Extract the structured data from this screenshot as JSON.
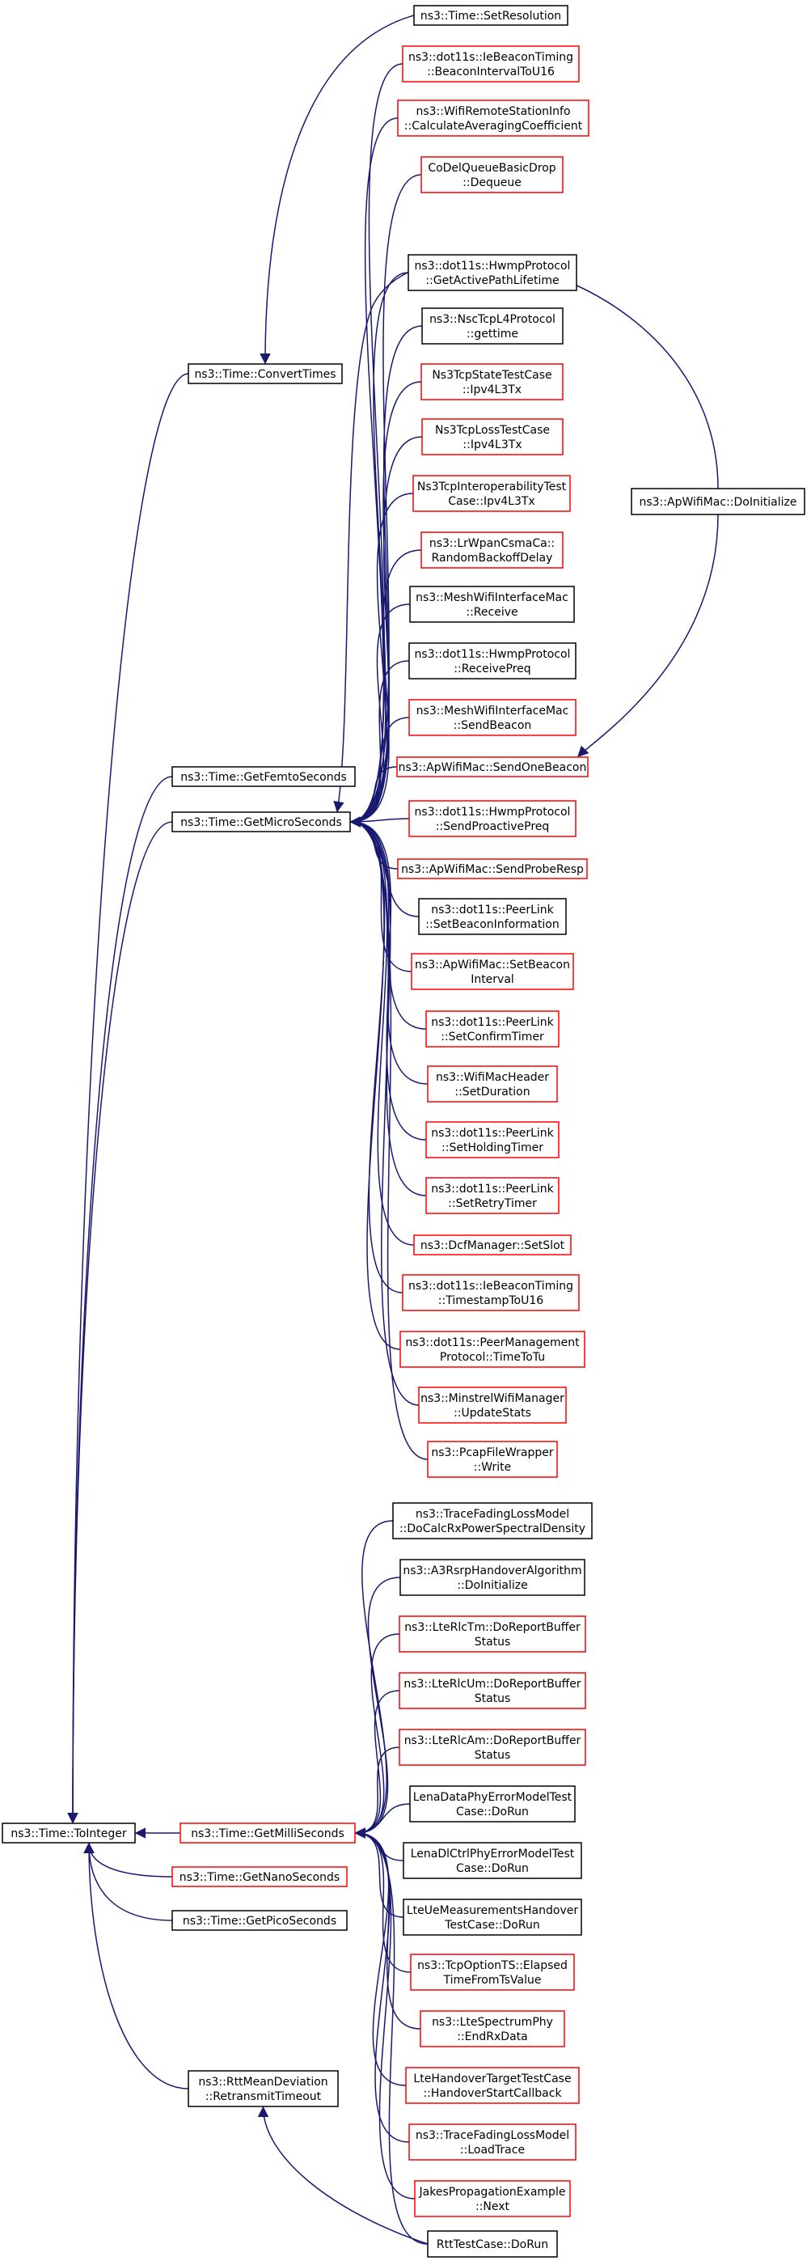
{
  "colors": {
    "edge": "#191970",
    "documented_border": "#000000",
    "undocumented_border": "#ff0000",
    "root_fill": "#bfbfbf",
    "node_fill": "#ffffff"
  },
  "graph": {
    "root": "toint",
    "nodes": [
      {
        "id": "toint",
        "lines": [
          "ns3::Time::ToInteger"
        ],
        "border": "black",
        "root": true
      },
      {
        "id": "convert",
        "lines": [
          "ns3::Time::ConvertTimes"
        ],
        "border": "black"
      },
      {
        "id": "femto",
        "lines": [
          "ns3::Time::GetFemtoSeconds"
        ],
        "border": "black"
      },
      {
        "id": "micro",
        "lines": [
          "ns3::Time::GetMicroSeconds"
        ],
        "border": "black"
      },
      {
        "id": "milli",
        "lines": [
          "ns3::Time::GetMilliSeconds"
        ],
        "border": "red"
      },
      {
        "id": "nano",
        "lines": [
          "ns3::Time::GetNanoSeconds"
        ],
        "border": "red"
      },
      {
        "id": "pico",
        "lines": [
          "ns3::Time::GetPicoSeconds"
        ],
        "border": "black"
      },
      {
        "id": "rttdev",
        "lines": [
          "ns3::RttMeanDeviation",
          "::RetransmitTimeout"
        ],
        "border": "black"
      },
      {
        "id": "setres",
        "lines": [
          "ns3::Time::SetResolution"
        ],
        "border": "black"
      },
      {
        "id": "ie_bi",
        "lines": [
          "ns3::dot11s::IeBeaconTiming",
          "::BeaconIntervalToU16"
        ],
        "border": "red"
      },
      {
        "id": "wrsi",
        "lines": [
          "ns3::WifiRemoteStationInfo",
          "::CalculateAveragingCoefficient"
        ],
        "border": "red"
      },
      {
        "id": "codel",
        "lines": [
          "CoDelQueueBasicDrop",
          "::Dequeue"
        ],
        "border": "red"
      },
      {
        "id": "hwmp_apl",
        "lines": [
          "ns3::dot11s::HwmpProtocol",
          "::GetActivePathLifetime"
        ],
        "border": "black"
      },
      {
        "id": "nsctcp",
        "lines": [
          "ns3::NscTcpL4Protocol",
          "::gettime"
        ],
        "border": "black"
      },
      {
        "id": "tcpstate",
        "lines": [
          "Ns3TcpStateTestCase",
          "::Ipv4L3Tx"
        ],
        "border": "red"
      },
      {
        "id": "tcploss",
        "lines": [
          "Ns3TcpLossTestCase",
          "::Ipv4L3Tx"
        ],
        "border": "red"
      },
      {
        "id": "tcpinterop",
        "lines": [
          "Ns3TcpInteroperabilityTest",
          "Case::Ipv4L3Tx"
        ],
        "border": "red"
      },
      {
        "id": "lrwpan",
        "lines": [
          "ns3::LrWpanCsmaCa::",
          "RandomBackoffDelay"
        ],
        "border": "red"
      },
      {
        "id": "mwim_recv",
        "lines": [
          "ns3::MeshWifiInterfaceMac",
          "::Receive"
        ],
        "border": "black"
      },
      {
        "id": "hwmp_rpreq",
        "lines": [
          "ns3::dot11s::HwmpProtocol",
          "::ReceivePreq"
        ],
        "border": "black"
      },
      {
        "id": "mwim_sb",
        "lines": [
          "ns3::MeshWifiInterfaceMac",
          "::SendBeacon"
        ],
        "border": "red"
      },
      {
        "id": "ap_sob",
        "lines": [
          "ns3::ApWifiMac::SendOneBeacon"
        ],
        "border": "red"
      },
      {
        "id": "ap_init",
        "lines": [
          "ns3::ApWifiMac::DoInitialize"
        ],
        "border": "black"
      },
      {
        "id": "hwmp_spp",
        "lines": [
          "ns3::dot11s::HwmpProtocol",
          "::SendProactivePreq"
        ],
        "border": "red"
      },
      {
        "id": "ap_spr",
        "lines": [
          "ns3::ApWifiMac::SendProbeResp"
        ],
        "border": "red"
      },
      {
        "id": "pl_sbi",
        "lines": [
          "ns3::dot11s::PeerLink",
          "::SetBeaconInformation"
        ],
        "border": "black"
      },
      {
        "id": "ap_sbi",
        "lines": [
          "ns3::ApWifiMac::SetBeacon",
          "Interval"
        ],
        "border": "red"
      },
      {
        "id": "pl_sct",
        "lines": [
          "ns3::dot11s::PeerLink",
          "::SetConfirmTimer"
        ],
        "border": "red"
      },
      {
        "id": "wmh_sd",
        "lines": [
          "ns3::WifiMacHeader",
          "::SetDuration"
        ],
        "border": "red"
      },
      {
        "id": "pl_sht",
        "lines": [
          "ns3::dot11s::PeerLink",
          "::SetHoldingTimer"
        ],
        "border": "red"
      },
      {
        "id": "pl_srt",
        "lines": [
          "ns3::dot11s::PeerLink",
          "::SetRetryTimer"
        ],
        "border": "red"
      },
      {
        "id": "dcf_ss",
        "lines": [
          "ns3::DcfManager::SetSlot"
        ],
        "border": "red"
      },
      {
        "id": "ie_ts",
        "lines": [
          "ns3::dot11s::IeBeaconTiming",
          "::TimestampToU16"
        ],
        "border": "red"
      },
      {
        "id": "pm_ttt",
        "lines": [
          "ns3::dot11s::PeerManagement",
          "Protocol::TimeToTu"
        ],
        "border": "red"
      },
      {
        "id": "minstrel",
        "lines": [
          "ns3::MinstrelWifiManager",
          "::UpdateStats"
        ],
        "border": "red"
      },
      {
        "id": "pcap",
        "lines": [
          "ns3::PcapFileWrapper",
          "::Write"
        ],
        "border": "red"
      },
      {
        "id": "tflm_dcr",
        "lines": [
          "ns3::TraceFadingLossModel",
          "::DoCalcRxPowerSpectralDensity"
        ],
        "border": "black"
      },
      {
        "id": "a3rsrp",
        "lines": [
          "ns3::A3RsrpHandoverAlgorithm",
          "::DoInitialize"
        ],
        "border": "black"
      },
      {
        "id": "rlctm",
        "lines": [
          "ns3::LteRlcTm::DoReportBuffer",
          "Status"
        ],
        "border": "red"
      },
      {
        "id": "rlcum",
        "lines": [
          "ns3::LteRlcUm::DoReportBuffer",
          "Status"
        ],
        "border": "red"
      },
      {
        "id": "rlcam",
        "lines": [
          "ns3::LteRlcAm::DoReportBuffer",
          "Status"
        ],
        "border": "red"
      },
      {
        "id": "lenaphy",
        "lines": [
          "LenaDataPhyErrorModelTest",
          "Case::DoRun"
        ],
        "border": "black"
      },
      {
        "id": "lenadl",
        "lines": [
          "LenaDlCtrlPhyErrorModelTest",
          "Case::DoRun"
        ],
        "border": "black"
      },
      {
        "id": "lteue",
        "lines": [
          "LteUeMeasurementsHandover",
          "TestCase::DoRun"
        ],
        "border": "black"
      },
      {
        "id": "tcpopt",
        "lines": [
          "ns3::TcpOptionTS::Elapsed",
          "TimeFromTsValue"
        ],
        "border": "red"
      },
      {
        "id": "ltespec",
        "lines": [
          "ns3::LteSpectrumPhy",
          "::EndRxData"
        ],
        "border": "red"
      },
      {
        "id": "ltehand",
        "lines": [
          "LteHandoverTargetTestCase",
          "::HandoverStartCallback"
        ],
        "border": "red"
      },
      {
        "id": "tflm_lt",
        "lines": [
          "ns3::TraceFadingLossModel",
          "::LoadTrace"
        ],
        "border": "red"
      },
      {
        "id": "jakes",
        "lines": [
          "JakesPropagationExample",
          "::Next"
        ],
        "border": "red"
      },
      {
        "id": "rtttest",
        "lines": [
          "RttTestCase::DoRun"
        ],
        "border": "black"
      }
    ],
    "edges": [
      [
        "convert",
        "toint"
      ],
      [
        "femto",
        "toint"
      ],
      [
        "micro",
        "toint"
      ],
      [
        "milli",
        "toint"
      ],
      [
        "nano",
        "toint"
      ],
      [
        "pico",
        "toint"
      ],
      [
        "rttdev",
        "toint"
      ],
      [
        "setres",
        "convert"
      ],
      [
        "ie_bi",
        "micro"
      ],
      [
        "wrsi",
        "micro"
      ],
      [
        "codel",
        "micro"
      ],
      [
        "ap_init",
        "micro"
      ],
      [
        "hwmp_apl",
        "micro"
      ],
      [
        "nsctcp",
        "micro"
      ],
      [
        "tcpstate",
        "micro"
      ],
      [
        "tcploss",
        "micro"
      ],
      [
        "tcpinterop",
        "micro"
      ],
      [
        "lrwpan",
        "micro"
      ],
      [
        "mwim_recv",
        "micro"
      ],
      [
        "hwmp_rpreq",
        "micro"
      ],
      [
        "mwim_sb",
        "micro"
      ],
      [
        "ap_sob",
        "micro"
      ],
      [
        "hwmp_spp",
        "micro"
      ],
      [
        "ap_spr",
        "micro"
      ],
      [
        "pl_sbi",
        "micro"
      ],
      [
        "ap_sbi",
        "micro"
      ],
      [
        "pl_sct",
        "micro"
      ],
      [
        "wmh_sd",
        "micro"
      ],
      [
        "pl_sht",
        "micro"
      ],
      [
        "pl_srt",
        "micro"
      ],
      [
        "dcf_ss",
        "micro"
      ],
      [
        "ie_ts",
        "micro"
      ],
      [
        "pm_ttt",
        "micro"
      ],
      [
        "minstrel",
        "micro"
      ],
      [
        "pcap",
        "micro"
      ],
      [
        "ap_init",
        "ap_sob"
      ],
      [
        "tflm_dcr",
        "milli"
      ],
      [
        "a3rsrp",
        "milli"
      ],
      [
        "rlctm",
        "milli"
      ],
      [
        "rlcum",
        "milli"
      ],
      [
        "rlcam",
        "milli"
      ],
      [
        "lenaphy",
        "milli"
      ],
      [
        "lenadl",
        "milli"
      ],
      [
        "lteue",
        "milli"
      ],
      [
        "tcpopt",
        "milli"
      ],
      [
        "ltespec",
        "milli"
      ],
      [
        "ltehand",
        "milli"
      ],
      [
        "tflm_lt",
        "milli"
      ],
      [
        "jakes",
        "milli"
      ],
      [
        "rtttest",
        "milli"
      ],
      [
        "rtttest",
        "rttdev"
      ]
    ]
  }
}
